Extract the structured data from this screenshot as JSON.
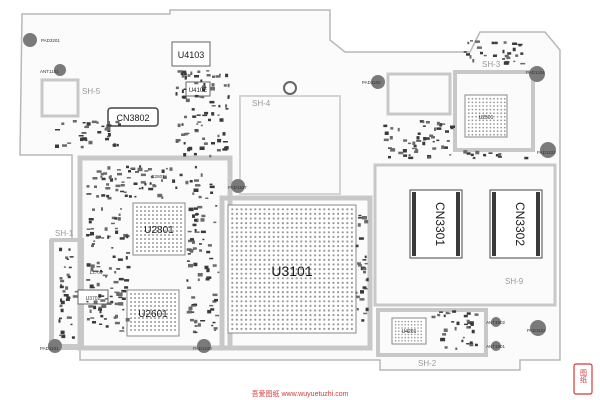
{
  "board": {
    "chips": [
      {
        "id": "u3101",
        "label": "U3101"
      },
      {
        "id": "u2801",
        "label": "U2801"
      },
      {
        "id": "u2601",
        "label": "U2601"
      },
      {
        "id": "u4103",
        "label": "U4103"
      },
      {
        "id": "u4101",
        "label": "U410E"
      },
      {
        "id": "u2501",
        "label": "U2501"
      },
      {
        "id": "u4201",
        "label": "U4201"
      }
    ],
    "connectors": [
      {
        "id": "cn3802",
        "label": "CN3802"
      },
      {
        "id": "cn3301",
        "label": "CN3301"
      },
      {
        "id": "cn3302",
        "label": "CN3302"
      }
    ],
    "shields": [
      {
        "id": "sh1",
        "label": "SH-1"
      },
      {
        "id": "sh2",
        "label": "SH-2"
      },
      {
        "id": "sh3",
        "label": "SH-3"
      },
      {
        "id": "sh4",
        "label": "SH-4"
      },
      {
        "id": "sh5",
        "label": "SH-5"
      },
      {
        "id": "sh9",
        "label": "SH-9"
      }
    ],
    "pads": [
      {
        "id": "pad3201",
        "label": "PAD3201"
      },
      {
        "id": "ant1101",
        "label": "ANT1101"
      },
      {
        "id": "pad1103",
        "label": "PAD1103"
      },
      {
        "id": "pad1104",
        "label": "PAD1104"
      },
      {
        "id": "pad1105",
        "label": "PAD1105"
      },
      {
        "id": "pad1107",
        "label": "PAD1107"
      },
      {
        "id": "pad1101",
        "label": "PAD1101"
      },
      {
        "id": "pad1100",
        "label": "PAD1100"
      },
      {
        "id": "pad1102",
        "label": "PAD1102"
      },
      {
        "id": "ant1902",
        "label": "ANT1902"
      },
      {
        "id": "ant1901",
        "label": "ANT1901"
      }
    ],
    "parts": [
      {
        "id": "u3702",
        "label": "U3702"
      },
      {
        "id": "l2701",
        "label": "L2701"
      },
      {
        "id": "c2801",
        "label": "C2801"
      }
    ]
  },
  "watermark": {
    "text": "吾爱图纸 www.wuyuetuzhi.com",
    "seal": "图纸"
  },
  "colors": {
    "outline": "#b8b8b8",
    "shield": "#c8c8c8",
    "pad": "#7a7a7a",
    "component": "#3a3a3a",
    "watermark": "#d23a3a"
  }
}
